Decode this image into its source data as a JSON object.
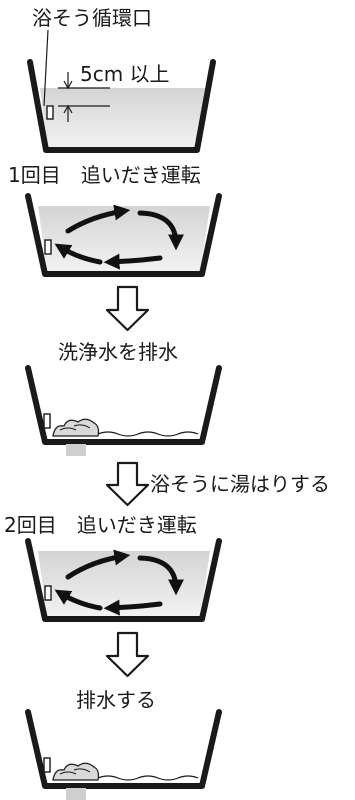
{
  "steps": {
    "inlet_label": "浴そう循環口",
    "depth_label": "5cm 以上",
    "first_reheat_label": "1回目　追いだき運転",
    "drain_wash_label": "洗浄水を排水",
    "refill_label": "浴そうに湯はりする",
    "second_reheat_label": "2回目　追いだき運転",
    "drain_label": "排水する"
  },
  "colors": {
    "outline": "#1a1a1a",
    "water": "#d4d4d4",
    "water_light": "#f2f2f2",
    "arrow": "#111111"
  }
}
